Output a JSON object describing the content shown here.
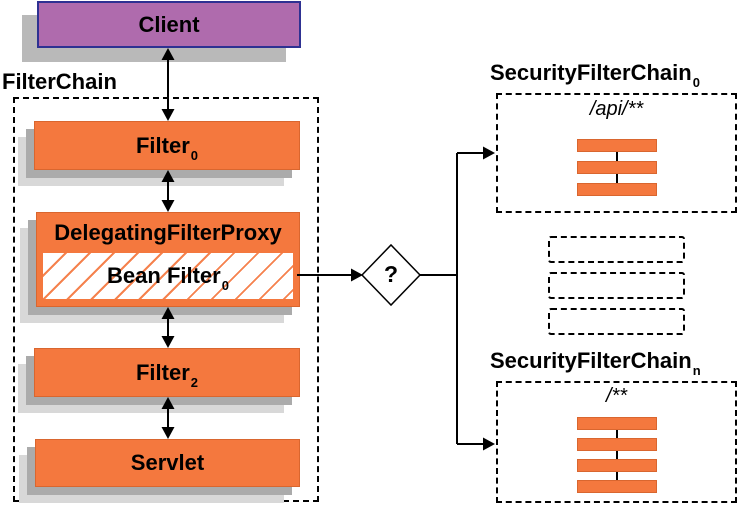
{
  "colors": {
    "orange": "#F4783E",
    "orange_border": "#D9662F",
    "hatch": "#F5824E",
    "purple": "#AF6BAD",
    "purple_border": "#2E3192",
    "shadow_dark": "#ABABAB",
    "shadow_mid": "#B9B9B9",
    "shadow_light": "#D8D8D8"
  },
  "client": {
    "label": "Client"
  },
  "filter_chain": {
    "title": "FilterChain",
    "filter0": {
      "base": "Filter",
      "sub": "0"
    },
    "delegating_filter_proxy": {
      "title": "DelegatingFilterProxy",
      "bean_filter": {
        "base": "Bean Filter",
        "sub": "0"
      }
    },
    "filter2": {
      "base": "Filter",
      "sub": "2"
    },
    "servlet": {
      "label": "Servlet"
    }
  },
  "decision": {
    "label": "?"
  },
  "security_filter_chains": {
    "chain0": {
      "title_base": "SecurityFilterChain",
      "title_sub": "0",
      "url_pattern": "/api/**",
      "filter_bar_count": 3
    },
    "placeholders": {
      "count": 3
    },
    "chain_n": {
      "title_base": "SecurityFilterChain",
      "title_sub": "n",
      "url_pattern": "/**",
      "filter_bar_count": 4
    }
  }
}
